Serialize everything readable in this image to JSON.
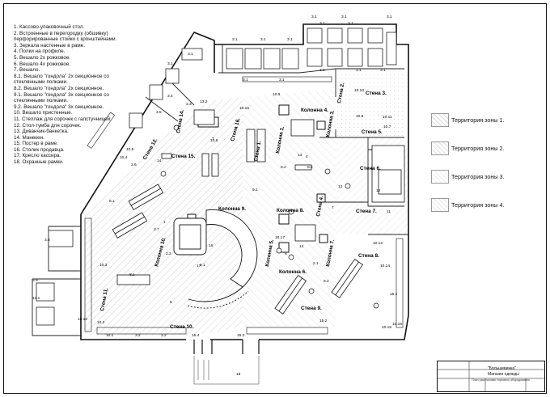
{
  "legend": [
    "1. Кассово-упаковочный стол.",
    "2. Встроенные в перегородку (обшивку)",
    "перфорированные стойки с кронштейнами.",
    "3. Зеркала настенные в раме.",
    "4. Полки на профиле.",
    "5. Вешало 2х рожковое.",
    "6. Вешало 4х рожковое.",
    "7. Вешало.",
    "8.1. Вешало \"гондола\" 2х секционное со",
    "стеклянными полками.",
    "8.2. Вешало \"гондола\" 2х секционное.",
    "9.1. Вешало \"гондола\" 3х секционное со",
    "стеклянными полками.",
    "9.2. Вешало \"гондола\" 3х секционное.",
    "10. Вешало пристенные.",
    "11. Стеллаж для сорочек с галстучницей.",
    "12. Стол-тумба для сорочек.",
    "13. Диванчик-банкетка.",
    "14. Манекен.",
    "15. Постер в раме.",
    "16. Столик продавца.",
    "17. Кресло кассира.",
    "18. Охранные рамки."
  ],
  "zones": [
    {
      "label": "Территория зоны 1.",
      "color": "#d9d9d9"
    },
    {
      "label": "Территория зоны 2.",
      "color": "#e2e2e2"
    },
    {
      "label": "Территория зоны 3.",
      "color": "#f0f0f0"
    },
    {
      "label": "Территория зоны 4.",
      "color": "#e8e8e8"
    }
  ],
  "walls": [
    "Стена 1.",
    "Стена 2.",
    "Стена 3.",
    "Стена 4.",
    "Стена 5.",
    "Стена 6.",
    "Стена 7.",
    "Стена 8.",
    "Стена 9.",
    "Стена 10.",
    "Стена 11.",
    "Стена 12.",
    "Стена 14.",
    "Стена 15.",
    "Стена 16."
  ],
  "columns": [
    "Колонна 1.",
    "Колонна 3.",
    "Колонна 4.",
    "Колонна 5.",
    "Колонна 6.",
    "Колонна 7.",
    "Колонна 8.",
    "Колонна 9.",
    "Колонна 10."
  ],
  "marks": [
    "3.1",
    "3.1",
    "3.1",
    "3.1",
    "3.1",
    "3.1",
    "3.1",
    "3.1",
    "3.1",
    "3.1",
    "3.1",
    "3.1",
    "3.1",
    "3.1",
    "3.1",
    "3.5",
    "3.4",
    "3.3",
    "3.6",
    "3.7",
    "3.8",
    "3.9",
    "13.1",
    "13.2",
    "10.8",
    "10.15",
    "10.9",
    "10.10",
    "10.11",
    "10.7",
    "10.6",
    "10.5",
    "10.4",
    "10.3",
    "10.2",
    "10.1",
    "10.12",
    "10.13",
    "10.14",
    "10.15",
    "10.16",
    "10.17",
    "15.1",
    "15.2",
    "15.3",
    "15.4",
    "9.1",
    "9.2",
    "8.1",
    "8.1",
    "8.2",
    "8.2",
    "2.1",
    "2.2",
    "2.1",
    "3.2",
    "3.2",
    "11",
    "12",
    "12",
    "17",
    "16",
    "18",
    "1",
    "4",
    "5",
    "6",
    "7",
    "7",
    "14",
    "14",
    "14"
  ],
  "title_block": {
    "name": "\"Большевичка\"",
    "subtitle": "Магазин одежды",
    "note": "План расстановки торгового оборудования"
  }
}
